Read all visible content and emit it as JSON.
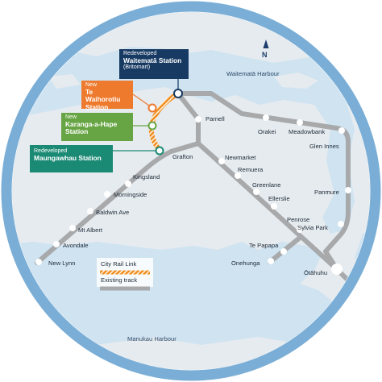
{
  "colors": {
    "ring": "#7aaed6",
    "water": "#cfe3f1",
    "land": "#e6ebef",
    "existing_track": "#a7a9ab",
    "crl_orange": "#f08a1c",
    "crl_stripe": "#fff2dc",
    "waitemata_box": "#173a63",
    "waihorotiu_box": "#ee7a2d",
    "karangahape_box": "#67a544",
    "maungawhau_box": "#1b8a74",
    "station_dot": "#ffffff"
  },
  "water_labels": {
    "harbour_north": "Waitematā Harbour",
    "harbour_south": "Manukau Harbour"
  },
  "compass": {
    "letter": "N",
    "icon": "north-arrow-icon"
  },
  "callouts": [
    {
      "key": "waitemata",
      "sub": "Redeveloped",
      "main": "Waitematā Station",
      "extra": "(Britomart)"
    },
    {
      "key": "waihorotiu",
      "sub": "New",
      "main_line1": "Te Waihorotiu",
      "main_line2": "Station"
    },
    {
      "key": "karangahape",
      "sub": "New",
      "main_line1": "Karanga-a-Hape",
      "main_line2": "Station"
    },
    {
      "key": "maungawhau",
      "sub": "Redeveloped",
      "main": "Maungawhau Station"
    }
  ],
  "stations": {
    "parnell": "Parnell",
    "orakei": "Orakei",
    "meadowbank": "Meadowbank",
    "glen_innes": "Glen Innes",
    "newmarket": "Newmarket",
    "remuera": "Remuera",
    "greenlane": "Greenlane",
    "ellerslie": "Ellerslie",
    "panmure": "Panmure",
    "penrose": "Penrose",
    "sylvia_park": "Sylvia Park",
    "te_papapa": "Te Papapa",
    "onehunga": "Onehunga",
    "otahuhu": "Ōtāhuhu",
    "grafton": "Grafton",
    "kingsland": "Kingsland",
    "morningside": "Morningside",
    "baldwin_ave": "Baldwin Ave",
    "mt_albert": "Mt Albert",
    "avondale": "Avondale",
    "new_lynn": "New Lynn"
  },
  "legend": {
    "crl": "City Rail Link",
    "existing": "Existing track"
  }
}
